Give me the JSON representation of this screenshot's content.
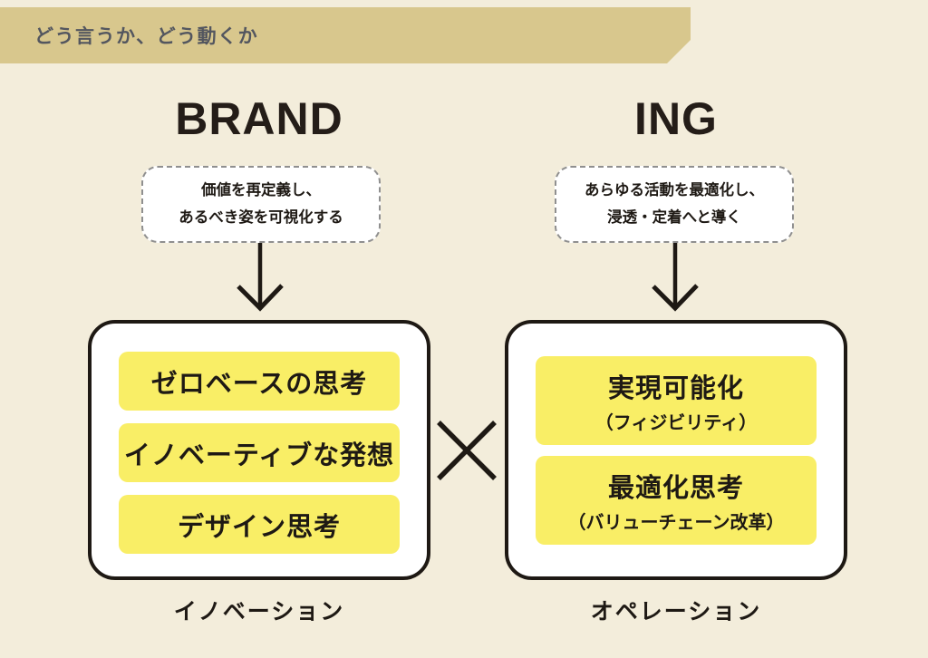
{
  "header": {
    "title": "どう言うか、どう動くか",
    "bg_color": "#D8C78D",
    "text_color": "#53565F"
  },
  "columns": [
    {
      "title": "BRAND",
      "description_lines": [
        "価値を再定義し、",
        "あるべき姿を可視化する"
      ],
      "items": [
        {
          "main": "ゼロベースの思考"
        },
        {
          "main": "イノベーティブな発想"
        },
        {
          "main": "デザイン思考"
        }
      ],
      "label": "イノベーション"
    },
    {
      "title": "ING",
      "description_lines": [
        "あらゆる活動を最適化し、",
        "浸透・定着へと導く"
      ],
      "items": [
        {
          "main": "実現可能化",
          "sub": "（フィジビリティ）"
        },
        {
          "main": "最適化思考",
          "sub": "（バリューチェーン改革）"
        }
      ],
      "label": "オペレーション"
    }
  ],
  "operator": {
    "symbol": "×",
    "meaning": "multiply"
  },
  "icons": {
    "down_arrow": "↓",
    "cross": "×"
  },
  "colors": {
    "background": "#F3EDDB",
    "highlight_yellow": "#F9EE66",
    "ink": "#1E1914",
    "dashed_border": "#8F8F8F",
    "box_background": "#FFFFFF"
  }
}
